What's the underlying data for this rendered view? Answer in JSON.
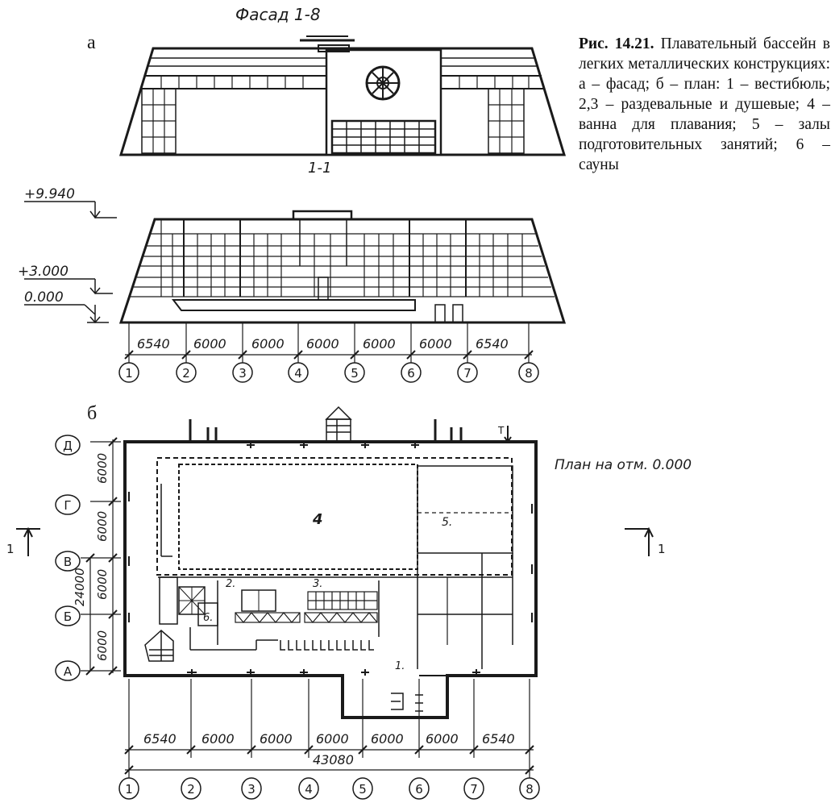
{
  "sections": {
    "facade_title": "Фасад 1-8",
    "section_title": "1-1",
    "plan_title": "План на отм. 0.000",
    "label_a": "а",
    "label_b": "б",
    "room_4": "4",
    "room_5": "5.",
    "room_2": "2.",
    "room_3": "3.",
    "room_6": "6.",
    "room_1": "1.",
    "section_mark": "1",
    "entry_mark": "T"
  },
  "elevations": [
    "+9.940",
    "+3.000",
    "0.000"
  ],
  "section_dims": [
    "6540",
    "6000",
    "6000",
    "6000",
    "6000",
    "6000",
    "6540"
  ],
  "plan_dims": [
    "6540",
    "6000",
    "6000",
    "6000",
    "6000",
    "6000",
    "6540"
  ],
  "plan_total": "43080",
  "axes_numbers": [
    "1",
    "2",
    "3",
    "4",
    "5",
    "6",
    "7",
    "8"
  ],
  "axes_letters": [
    "Д",
    "Г",
    "В",
    "Б",
    "А"
  ],
  "vertical_dims": [
    "6000",
    "6000",
    "6000",
    "6000"
  ],
  "vertical_span": "24000",
  "caption": {
    "lead": "Рис. 14.21.",
    "text": " Плавательный бассейн в легких металлических конструкциях: а – фасад; б – план: 1 – вестибюль; 2,3 – раздевальные и душевые; 4 – ванна для плавания; 5 – залы подготовительных занятий; 6 – сауны"
  }
}
